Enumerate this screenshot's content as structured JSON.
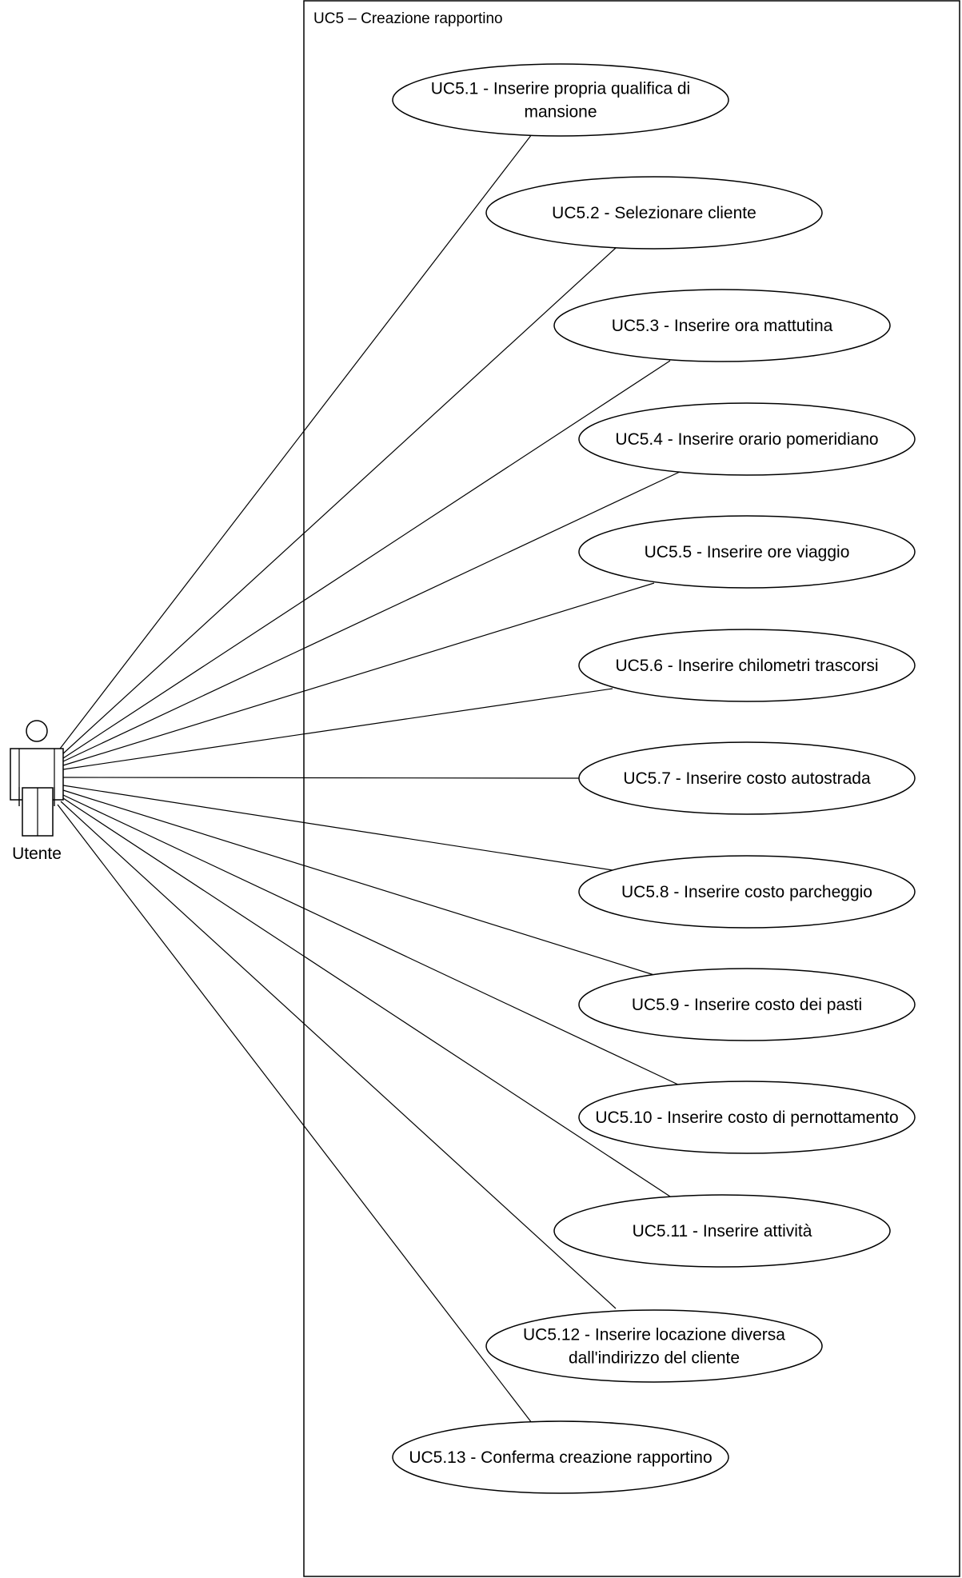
{
  "system": {
    "title": "UC5 – Creazione rapportino"
  },
  "actor": {
    "label": "Utente"
  },
  "use_cases": [
    {
      "id": "uc5-1",
      "lines": [
        "UC5.1 - Inserire propria qualifica di",
        "mansione"
      ]
    },
    {
      "id": "uc5-2",
      "lines": [
        "UC5.2 - Selezionare cliente"
      ]
    },
    {
      "id": "uc5-3",
      "lines": [
        "UC5.3 - Inserire ora mattutina"
      ]
    },
    {
      "id": "uc5-4",
      "lines": [
        "UC5.4 - Inserire orario pomeridiano"
      ]
    },
    {
      "id": "uc5-5",
      "lines": [
        "UC5.5 - Inserire ore viaggio"
      ]
    },
    {
      "id": "uc5-6",
      "lines": [
        "UC5.6 - Inserire chilometri trascorsi"
      ]
    },
    {
      "id": "uc5-7",
      "lines": [
        "UC5.7 - Inserire costo autostrada"
      ]
    },
    {
      "id": "uc5-8",
      "lines": [
        "UC5.8 - Inserire costo parcheggio"
      ]
    },
    {
      "id": "uc5-9",
      "lines": [
        "UC5.9 - Inserire costo dei pasti"
      ]
    },
    {
      "id": "uc5-10",
      "lines": [
        "UC5.10 - Inserire costo di pernottamento"
      ]
    },
    {
      "id": "uc5-11",
      "lines": [
        "UC5.11 - Inserire attività"
      ]
    },
    {
      "id": "uc5-12",
      "lines": [
        "UC5.12 - Inserire locazione diversa",
        "dall'indirizzo del cliente"
      ]
    },
    {
      "id": "uc5-13",
      "lines": [
        "UC5.13 - Conferma creazione rapportino"
      ]
    }
  ]
}
